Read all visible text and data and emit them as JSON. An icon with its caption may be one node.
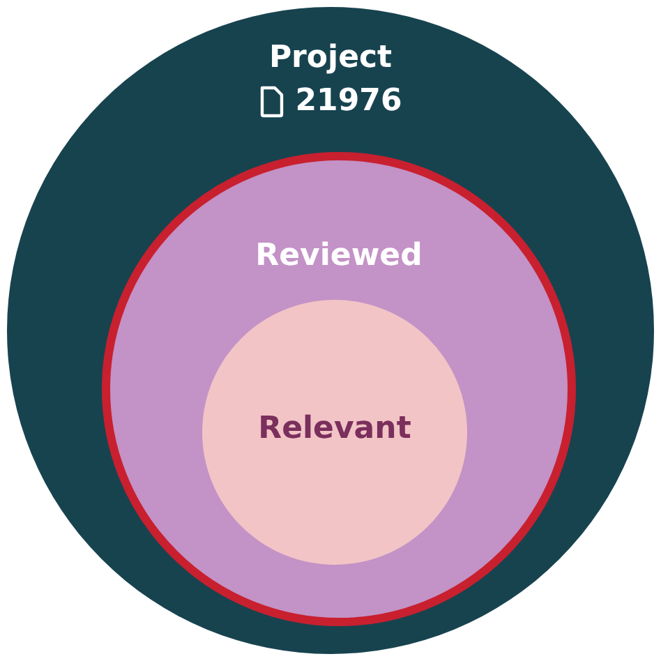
{
  "diagram": {
    "nodes": [
      {
        "text": [
          "Project",
          "21976"
        ]
      },
      {
        "text": [
          "Reviewed"
        ],
        "in": 0
      },
      {
        "text": [
          "Relevant"
        ],
        "in": 1
      }
    ]
  }
}
